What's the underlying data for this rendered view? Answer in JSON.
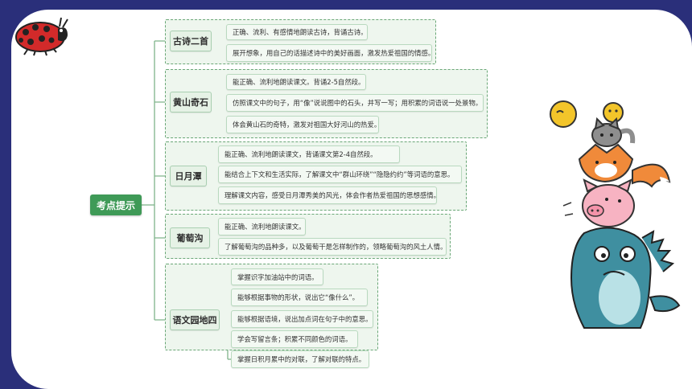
{
  "mindmap": {
    "root": "考点提示",
    "topics": [
      {
        "label": "古诗二首",
        "items": [
          "正确、流利、有感情地朗读古诗，背诵古诗。",
          "展开想象，用自己的话描述诗中的美好画面，激发热爱祖国的情感。"
        ]
      },
      {
        "label": "黄山奇石",
        "items": [
          "能正确、流利地朗读课文。背诵2-5自然段。",
          "仿照课文中的句子，用“像”说说图中的石头，并写一写；用积累的词语说一处景物。",
          "体会黄山石的奇特，激发对祖国大好河山的热爱。"
        ]
      },
      {
        "label": "日月潭",
        "items": [
          "能正确、流利地朗读课文，背诵课文第2-4自然段。",
          "能结合上下文和生活实际，了解课文中“群山环绕”“隐隐约约”等词语的意思。",
          "理解课文内容，感受日月潭秀美的风光，体会作者热爱祖国的思想感情。"
        ]
      },
      {
        "label": "葡萄沟",
        "items": [
          "能正确、流利地朗读课文。",
          "了解葡萄沟的品种多，以及葡萄干是怎样制作的，领略葡萄沟的风土人情。"
        ]
      },
      {
        "label": "语文园地四",
        "items": [
          "掌握识字加油站中的词语。",
          "能够根据事物的形状，说出它“像什么”。",
          "能够根据语境，说出加点词在句子中的意思。",
          "学会写留言条；积累不同颜色的词语。",
          "掌握日积月累中的对联，了解对联的特点。"
        ]
      }
    ]
  },
  "decorations": {
    "top_left": "ladybug-icon",
    "right": "stacked-animals-illustration"
  },
  "colors": {
    "frame": "#2a2f7a",
    "root": "#3f9a57",
    "line": "#7fb38a"
  }
}
